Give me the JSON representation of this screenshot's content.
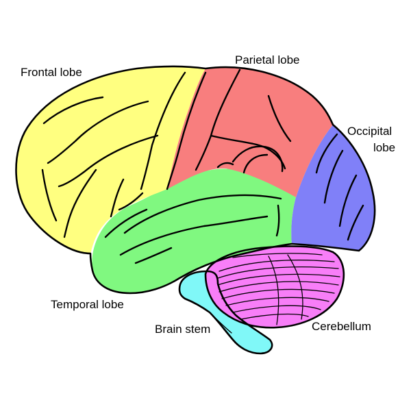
{
  "labels": {
    "frontal": "Frontal lobe",
    "parietal": "Parietal lobe",
    "occipital_line1": "Occipital",
    "occipital_line2": "lobe",
    "temporal": "Temporal lobe",
    "brain_stem": "Brain stem",
    "cerebellum": "Cerebellum"
  },
  "colors": {
    "frontal": "#ffff80",
    "parietal": "#f87e7e",
    "occipital": "#8080f8",
    "temporal": "#80f880",
    "cerebellum": "#f87ef8",
    "brain_stem": "#80f8f8",
    "outline": "#000000"
  }
}
